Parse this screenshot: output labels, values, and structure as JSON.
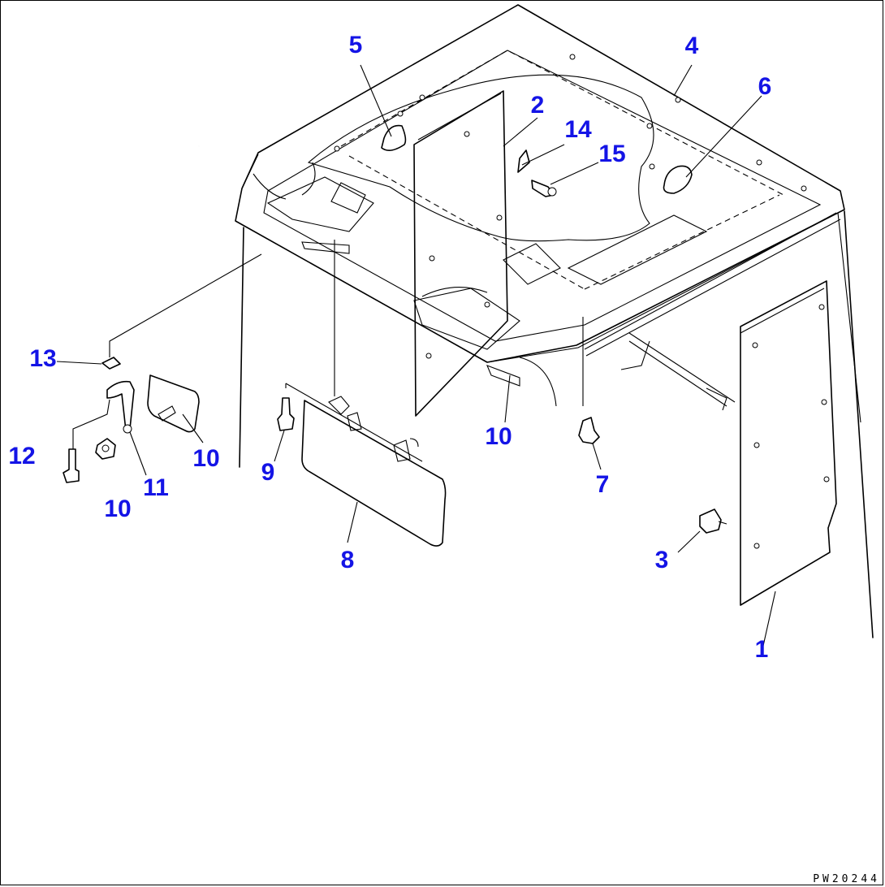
{
  "drawing_code": "PW20244",
  "callouts": [
    {
      "id": "c1",
      "label": "1"
    },
    {
      "id": "c2",
      "label": "2"
    },
    {
      "id": "c3",
      "label": "3"
    },
    {
      "id": "c4",
      "label": "4"
    },
    {
      "id": "c5",
      "label": "5"
    },
    {
      "id": "c6",
      "label": "6"
    },
    {
      "id": "c7",
      "label": "7"
    },
    {
      "id": "c8",
      "label": "8"
    },
    {
      "id": "c9",
      "label": "9"
    },
    {
      "id": "c10a",
      "label": "10"
    },
    {
      "id": "c10b",
      "label": "10"
    },
    {
      "id": "c10c",
      "label": "10"
    },
    {
      "id": "c11",
      "label": "11"
    },
    {
      "id": "c12",
      "label": "12"
    },
    {
      "id": "c13",
      "label": "13"
    },
    {
      "id": "c14",
      "label": "14"
    },
    {
      "id": "c15",
      "label": "15"
    }
  ],
  "colors": {
    "callout": "#1414e6",
    "line": "#000000",
    "background": "#ffffff"
  }
}
